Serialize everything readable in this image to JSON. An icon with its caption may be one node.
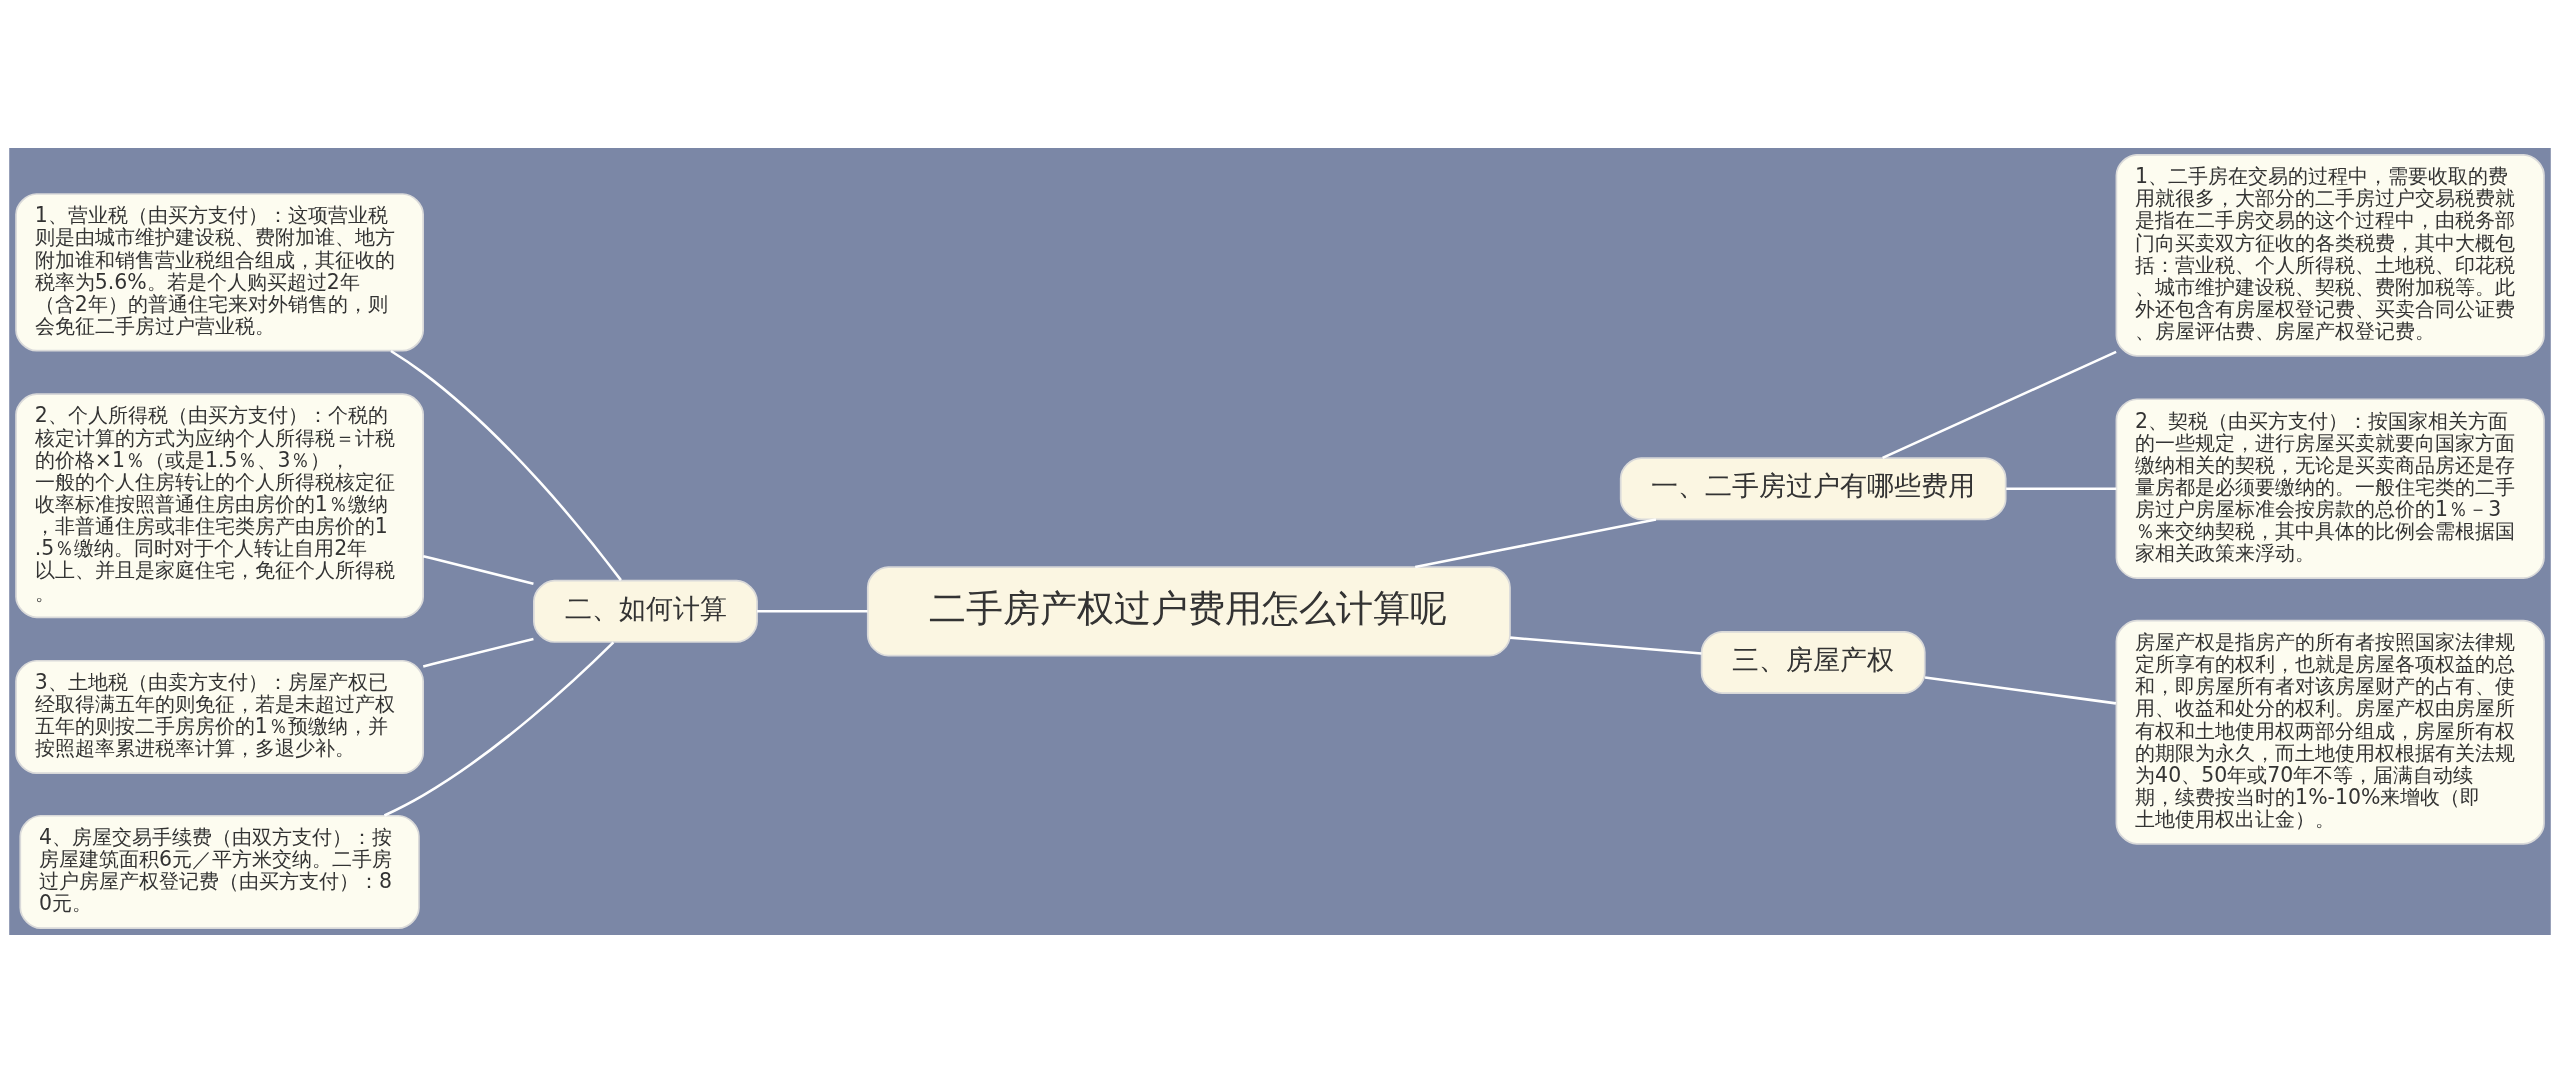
{
  "diagram": {
    "nodes": [
      {
        "text": [
          "二手房产权过户费用怎么计算呢"
        ]
      },
      {
        "text": [
          "一、二手房过户有哪些费用"
        ]
      },
      {
        "text": [
          "1、二手房在交易的过程中，需要收取的费用就很多，大部分的二手房过户交易税费就是指在二手房交易的这个过程中，由税务部门向买卖双方征收的各类税费，其中大概包括：营业税、个人所得税、土地税、印花税、城市维护建设税、契税、费附加税等。此外还包含有房屋权登记费、买卖合同公证费、房屋评估费、房屋产权登记费。"
        ]
      },
      {
        "text": [
          "2、契税（由买方支付）：按国家相关方面的一些规定，进行房屋买卖就要向国家方面缴纳相关的契税，无论是买卖商品房还是存量房都是必须要缴纳的。一般住宅类的二手房过户房屋标准会按房款的总价的1％－3％来交纳契税，其中具体的比例会需根据国家相关政策来浮动。"
        ]
      },
      {
        "text": [
          "二、如何计算"
        ]
      },
      {
        "text": [
          "1、营业税（由买方支付）：这项营业税则是由城市维护建设税、费附加谁、地方附加谁和销售营业税组合组成，其征收的税率为5.6%。若是个人购买超过2年（含2年）的普通住宅来对外销售的，则会免征二手房过户营业税。"
        ]
      },
      {
        "text": [
          "2、个人所得税（由买方支付）：个税的核定计算的方式为应纳个人所得税＝计税的价格×1％（或是1.5％、3％），一般的个人住房转让的个人所得税核定征收率标准按照普通住房由房价的1％缴纳，非普通住房或非住宅类房产由房价的1.5％缴纳。同时对于个人转让自用2年以上、并且是家庭住宅，免征个人所得税。"
        ]
      },
      {
        "text": [
          "3、土地税（由卖方支付）：房屋产权已经取得满五年的则免征，若是未超过产权五年的则按二手房房价的1％预缴纳，并按照超率累进税率计算，多退少补。"
        ]
      },
      {
        "text": [
          "4、房屋交易手续费（由双方支付）：按房屋建筑面积6元／平方米交纳。二手房过户房屋产权登记费（由买方支付）：80元。"
        ]
      },
      {
        "text": [
          "三、房屋产权"
        ]
      },
      {
        "text": [
          "房屋产权是指房产的所有者按照国家法律规定所享有的权利，也就是房屋各项权益的总和，即房屋所有者对该房屋财产的占有、使用、收益和处分的权利。房屋产权由房屋所有权和土地使用权两部分组成，房屋所有权的期限为永久，而土地使用权根据有关法规为40、50年或70年不等，届满自动续期，续费按当时的1%-10%来增收（即土地使用权出让金）。"
        ]
      }
    ],
    "edges": [
      {
        "from": 0,
        "to": 1,
        "arrow": "none"
      },
      {
        "from": 1,
        "to": 2,
        "arrow": "none"
      },
      {
        "from": 1,
        "to": 3,
        "arrow": "none"
      },
      {
        "from": 0,
        "to": 4,
        "arrow": "none"
      },
      {
        "from": 4,
        "to": 5,
        "arrow": "none"
      },
      {
        "from": 4,
        "to": 6,
        "arrow": "none"
      },
      {
        "from": 4,
        "to": 7,
        "arrow": "none"
      },
      {
        "from": 4,
        "to": 8,
        "arrow": "none"
      },
      {
        "from": 0,
        "to": 9,
        "arrow": "none"
      },
      {
        "from": 9,
        "to": 10,
        "arrow": "none"
      }
    ]
  }
}
